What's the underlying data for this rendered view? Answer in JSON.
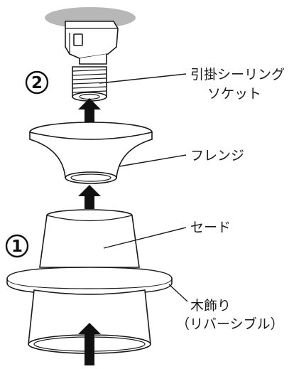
{
  "steps": {
    "one": "①",
    "two": "②"
  },
  "labels": {
    "socket_line1": "引掛シーリング",
    "socket_line2": "ソケット",
    "flange": "フレンジ",
    "shade": "セード",
    "wood_line1": "木飾り",
    "wood_line2": "（リバーシブル）"
  },
  "colors": {
    "ceiling": "#b7b7b7",
    "ink": "#1a1a1a",
    "arrow": "#111111"
  }
}
